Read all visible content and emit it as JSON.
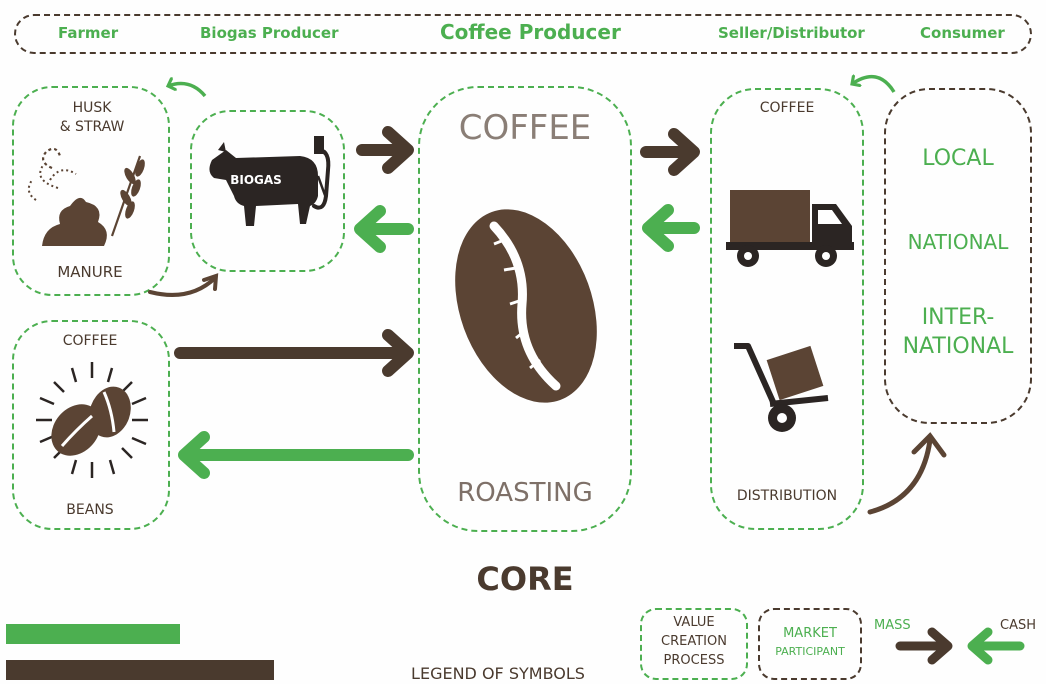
{
  "header": {
    "roles": [
      "Farmer",
      "Biogas Producer",
      "Coffee Producer",
      "Seller/Distributor",
      "Consumer"
    ]
  },
  "farmer_box": {
    "top_label_1": "HUSK",
    "top_label_2": "& STRAW",
    "bottom_label": "MANURE"
  },
  "biogas_box": {
    "cow_label": "BIOGAS"
  },
  "beans_box": {
    "top_label": "COFFEE",
    "bottom_label": "BEANS"
  },
  "roasting_box": {
    "top_label": "COFFEE",
    "bottom_label": "ROASTING"
  },
  "distribution_box": {
    "top_label": "COFFEE",
    "bottom_label": "DISTRIBUTION"
  },
  "consumer_box": {
    "markets": [
      "LOCAL",
      "NATIONAL",
      "INTER-",
      "NATIONAL"
    ]
  },
  "core_label": "CORE",
  "legend": {
    "title": "LEGEND OF SYMBOLS",
    "value_creation": [
      "VALUE",
      "CREATION",
      "PROCESS"
    ],
    "market_participant": [
      "MARKET",
      "PARTICIPANT"
    ],
    "mass_label": "MASS",
    "cash_label": "CASH"
  },
  "colors": {
    "green": "#4caf50",
    "brown": "#4a3a2e",
    "coffee_dark": "#5b4434"
  }
}
